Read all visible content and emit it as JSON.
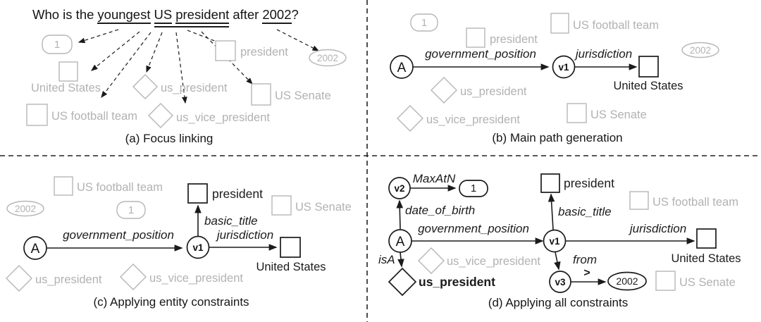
{
  "figure": {
    "question": {
      "p1": "Who is the",
      "w_youngest": "youngest",
      "w_us": "US",
      "w_president": "president",
      "p2": "after",
      "w_year": "2002",
      "p3": "?"
    }
  },
  "colors": {
    "ink": "#1b1b1b",
    "ghost": "#b2b2b2",
    "background": "#ffffff"
  },
  "panel_a": {
    "caption": "(a) Focus linking",
    "ghost_one": "1",
    "ghost_united_states": "United States",
    "ghost_us_football_team": "US football team",
    "ghost_us_president": "us_president",
    "ghost_us_vice_president": "us_vice_president",
    "ghost_president": "president",
    "ghost_us_senate": "US Senate",
    "ghost_year": "2002"
  },
  "panel_b": {
    "caption": "(b) Main path generation",
    "node_a": "A",
    "node_v1": "v1",
    "node_united_states": "United States",
    "edge_government_position": "government_position",
    "edge_jurisdiction": "jurisdiction",
    "ghost_one": "1",
    "ghost_president": "president",
    "ghost_us_football_team": "US football team",
    "ghost_year": "2002",
    "ghost_us_president": "us_president",
    "ghost_us_vice_president": "us_vice_president",
    "ghost_us_senate": "US Senate"
  },
  "panel_c": {
    "caption": "(c) Applying entity constraints",
    "node_a": "A",
    "node_v1": "v1",
    "node_president": "president",
    "node_united_states": "United States",
    "edge_government_position": "government_position",
    "edge_basic_title": "basic_title",
    "edge_jurisdiction": "jurisdiction",
    "ghost_us_football_team": "US football team",
    "ghost_year": "2002",
    "ghost_one": "1",
    "ghost_us_senate": "US Senate",
    "ghost_us_president": "us_president",
    "ghost_us_vice_president": "us_vice_president"
  },
  "panel_d": {
    "caption": "(d) Applying all constraints",
    "node_a": "A",
    "node_v1": "v1",
    "node_v2": "v2",
    "node_v3": "v3",
    "node_one": "1",
    "node_president": "president",
    "node_united_states": "United States",
    "node_us_president": "us_president",
    "node_year": "2002",
    "edge_max_at_n": "MaxAtN",
    "edge_date_of_birth": "date_of_birth",
    "edge_government_position": "government_position",
    "edge_basic_title": "basic_title",
    "edge_jurisdiction": "jurisdiction",
    "edge_is_a": "isA",
    "edge_from": "from",
    "edge_gt": ">",
    "ghost_us_football_team": "US football team",
    "ghost_us_senate": "US Senate",
    "ghost_us_vice_president": "us_vice_president"
  }
}
